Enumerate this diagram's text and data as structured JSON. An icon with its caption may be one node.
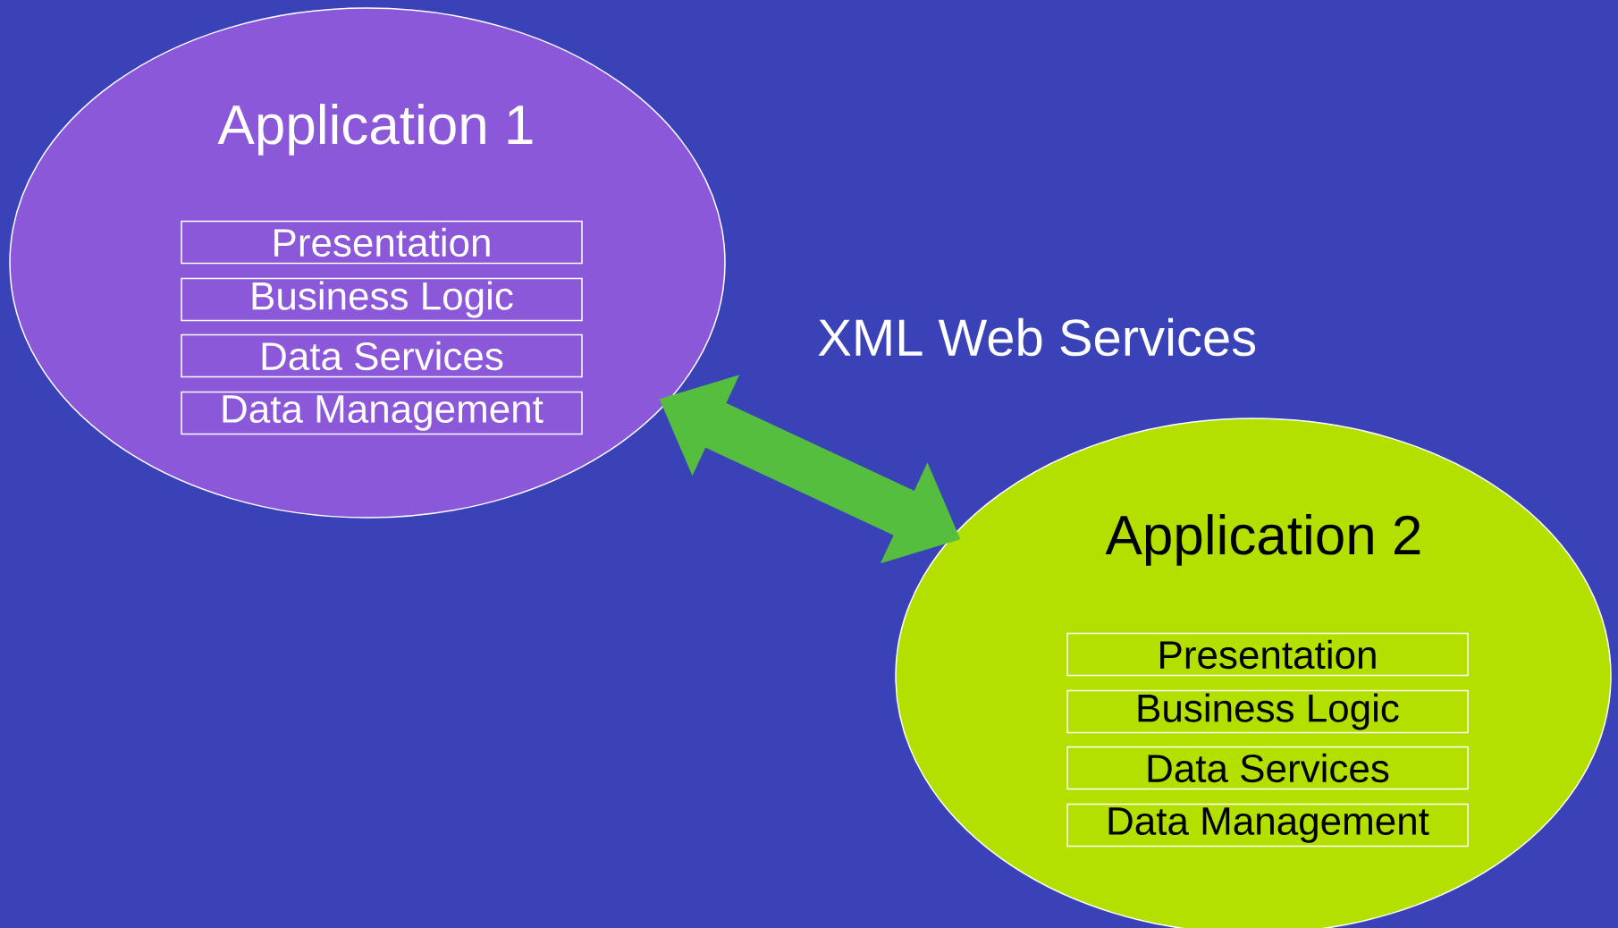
{
  "diagram": {
    "nodes": [
      {
        "text": [
          "Application 1"
        ]
      },
      {
        "text": [
          "Presentation"
        ],
        "in": 0
      },
      {
        "text": [
          "Business Logic"
        ],
        "in": 0
      },
      {
        "text": [
          "Data Services"
        ],
        "in": 0
      },
      {
        "text": [
          "Data Management"
        ],
        "in": 0
      },
      {
        "text": [
          "Application 2"
        ]
      },
      {
        "text": [
          "Presentation"
        ],
        "in": 5
      },
      {
        "text": [
          "Business Logic"
        ],
        "in": 5
      },
      {
        "text": [
          "Data Services"
        ],
        "in": 5
      },
      {
        "text": [
          "Data Management"
        ],
        "in": 5
      }
    ],
    "edges": [
      {
        "from": 0,
        "to": 5,
        "arrow": "both",
        "label": "XML Web Services"
      }
    ]
  }
}
